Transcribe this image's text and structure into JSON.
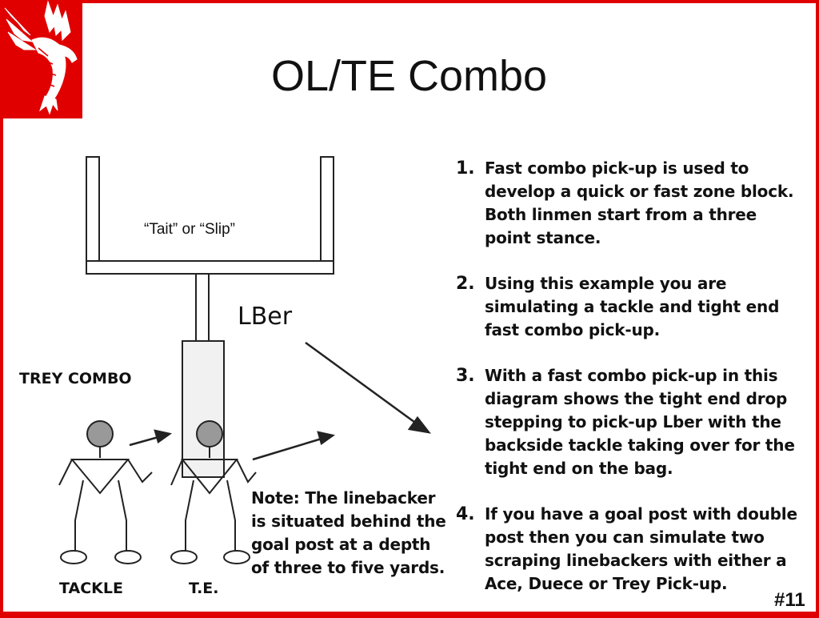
{
  "slide": {
    "title": "OL/TE Combo",
    "slide_number": "#11",
    "colors": {
      "frame": "#e00000",
      "background": "#ffffff",
      "text": "#111111"
    }
  },
  "diagram": {
    "combo_label": "TREY COMBO",
    "tait_label": "“Tait” or “Slip”",
    "lber_label": "LBer",
    "tackle_label": "TACKLE",
    "te_label": "T.E.",
    "note": "Note:  The linebacker is situated behind the goal post at a depth of three to five yards."
  },
  "steps": [
    {
      "num": "1.",
      "text": "Fast combo pick-up is used to develop a quick or fast zone block. Both linmen start from a three point stance."
    },
    {
      "num": "2.",
      "text": "Using this example you are simulating a tackle and tight end fast combo pick-up."
    },
    {
      "num": "3.",
      "text": "With a fast combo pick-up in this diagram shows the tight end drop stepping to pick-up Lber with the backside tackle taking over for the tight end on the bag."
    },
    {
      "num": "4.",
      "text": "If you have a goal post with double post then you can simulate two scraping linebackers with either a Ace, Duece or Trey Pick-up."
    }
  ]
}
